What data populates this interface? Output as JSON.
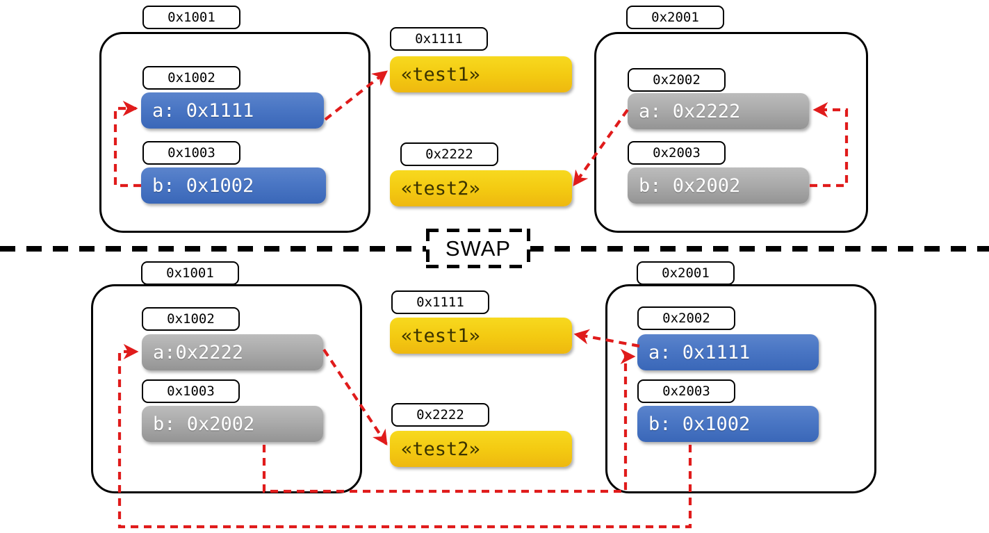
{
  "diagram": {
    "title_badge": "SWAP",
    "colors": {
      "pointer_arrow": "#e01b1b",
      "blue_cell": "#4a76c4",
      "gray_cell": "#ababab",
      "yellow_cell": "#f3c911",
      "frame_border": "#000000"
    }
  },
  "before": {
    "left_frame": {
      "address": "0x1001",
      "slots": [
        {
          "address": "0x1002",
          "text": "a: 0x1111",
          "color": "blue"
        },
        {
          "address": "0x1003",
          "text": "b: 0x1002",
          "color": "blue"
        }
      ]
    },
    "heap": [
      {
        "address": "0x1111",
        "text": "«test1»",
        "color": "yellow"
      },
      {
        "address": "0x2222",
        "text": "«test2»",
        "color": "yellow"
      }
    ],
    "right_frame": {
      "address": "0x2001",
      "slots": [
        {
          "address": "0x2002",
          "text": "a: 0x2222",
          "color": "gray"
        },
        {
          "address": "0x2003",
          "text": "b: 0x2002",
          "color": "gray"
        }
      ]
    }
  },
  "after": {
    "left_frame": {
      "address": "0x1001",
      "slots": [
        {
          "address": "0x1002",
          "text": "a:0x2222",
          "color": "gray"
        },
        {
          "address": "0x1003",
          "text": "b: 0x2002",
          "color": "gray"
        }
      ]
    },
    "heap": [
      {
        "address": "0x1111",
        "text": "«test1»",
        "color": "yellow"
      },
      {
        "address": "0x2222",
        "text": "«test2»",
        "color": "yellow"
      }
    ],
    "right_frame": {
      "address": "0x2001",
      "slots": [
        {
          "address": "0x2002",
          "text": "a: 0x1111",
          "color": "blue"
        },
        {
          "address": "0x2003",
          "text": "b: 0x1002",
          "color": "blue"
        }
      ]
    }
  }
}
